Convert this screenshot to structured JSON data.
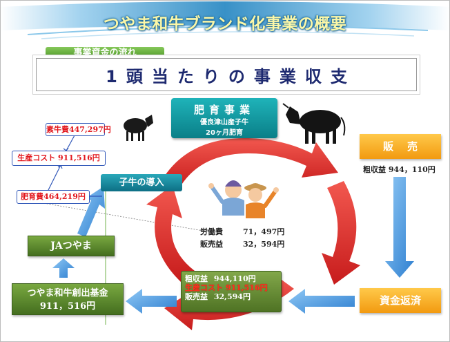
{
  "title": "つやま和牛ブランド化事業の概要",
  "flow_label": "事業資金の流れ",
  "banner": "1頭当たりの事業収支",
  "fattening": {
    "title": "肥育事業",
    "line1": "優良津山産子牛",
    "line2": "20ヶ月肥育"
  },
  "sales": {
    "label": "販売",
    "gross_profit": "粗収益 944，110円"
  },
  "repay": {
    "label": "資金返済"
  },
  "calf": {
    "label": "子牛の導入"
  },
  "costs": {
    "calf_cost": "素牛費447,297円",
    "production_cost": "生産コスト  911,516円",
    "fattening_cost": "肥育費464,219円"
  },
  "ja": {
    "label": "JAつやま"
  },
  "fund": {
    "name": "つやま和牛創出基金",
    "amount": "911，516円"
  },
  "labor": {
    "labor_label": "労働費",
    "labor_value": "71，497円",
    "sales_label": "販売益",
    "sales_value": "32，594円"
  },
  "income": {
    "gross_label": "粗収益",
    "gross_value": "944,110円",
    "cost_label": "生産コスト",
    "cost_value": "911,516円",
    "profit_label": "販売益",
    "profit_value": "32,594円"
  },
  "colors": {
    "header_blue": "#2e8bc4",
    "title_text": "#fbf7a8",
    "cycle_red": "#e02e2b",
    "flow_blue": "#3d8fd9",
    "teal": "#0e8c95",
    "orange": "#f5a623",
    "green": "#4f7a26",
    "cost_red": "#e2171d"
  }
}
